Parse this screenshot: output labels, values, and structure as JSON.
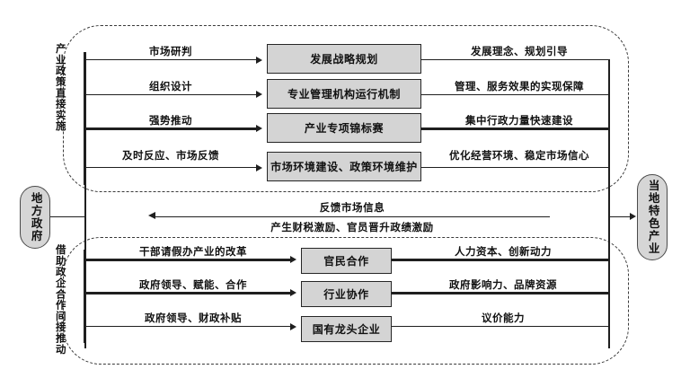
{
  "diagram": {
    "actors": {
      "left": {
        "label": "地方政府"
      },
      "right": {
        "label": "当地特色产业"
      }
    },
    "groups": [
      {
        "id": "direct",
        "caption": "产业政策直接实施",
        "rows": [
          {
            "in_label": "市场研判",
            "box": "发展战略规划",
            "out_label": "发展理念、规划引导"
          },
          {
            "in_label": "组织设计",
            "box": "专业管理机构运行机制",
            "out_label": "管理、服务效果的实现保障"
          },
          {
            "in_label": "强势推动",
            "box": "产业专项锦标赛",
            "out_label": "集中行政力量快速建设"
          },
          {
            "in_label": "及时反应、市场反馈",
            "box": "市场环境建设、政策环境维护",
            "out_label": "优化经营环境、稳定市场信心"
          }
        ]
      },
      {
        "id": "indirect",
        "caption": "借助政企合作间接推动",
        "rows": [
          {
            "in_label": "干部请假办产业的改革",
            "box": "官民合作",
            "out_label": "人力资本、创新动力"
          },
          {
            "in_label": "政府领导、赋能、合作",
            "box": "行业协作",
            "out_label": "政府影响力、品牌资源"
          },
          {
            "in_label": "政府领导、财政补贴",
            "box": "国有龙头企业",
            "out_label": "议价能力"
          }
        ]
      }
    ],
    "feedback": {
      "top_label": "反馈市场信息",
      "bottom_label": "产生财税激励、官员晋升政绩激励"
    },
    "colors": {
      "box_fill": "#d4d4d4",
      "box_stroke": "#262626",
      "pill_fill": "#d6d6d6",
      "pill_stroke": "#4a4a4a",
      "line": "#1f1f1f",
      "frame_dash": "#3a3a3a",
      "background": "#ffffff"
    }
  }
}
